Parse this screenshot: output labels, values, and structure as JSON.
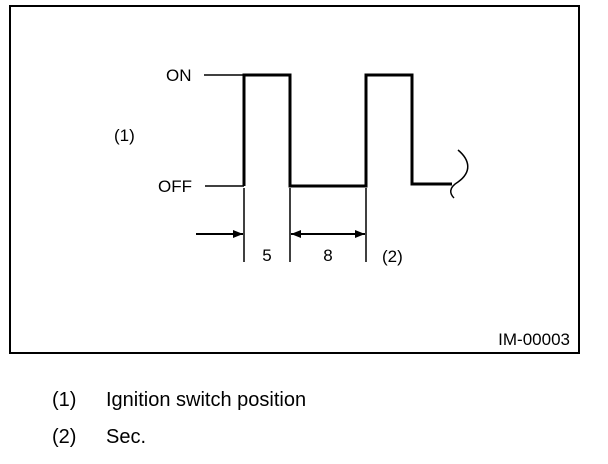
{
  "diagram": {
    "level_on_label": "ON",
    "level_off_label": "OFF",
    "signal_callout": "(1)",
    "time_callout": "(2)",
    "intervals": [
      "5",
      "8"
    ],
    "figure_id": "IM-00003"
  },
  "legend": [
    {
      "num": "(1)",
      "text": "Ignition switch position"
    },
    {
      "num": "(2)",
      "text": "Sec."
    }
  ]
}
